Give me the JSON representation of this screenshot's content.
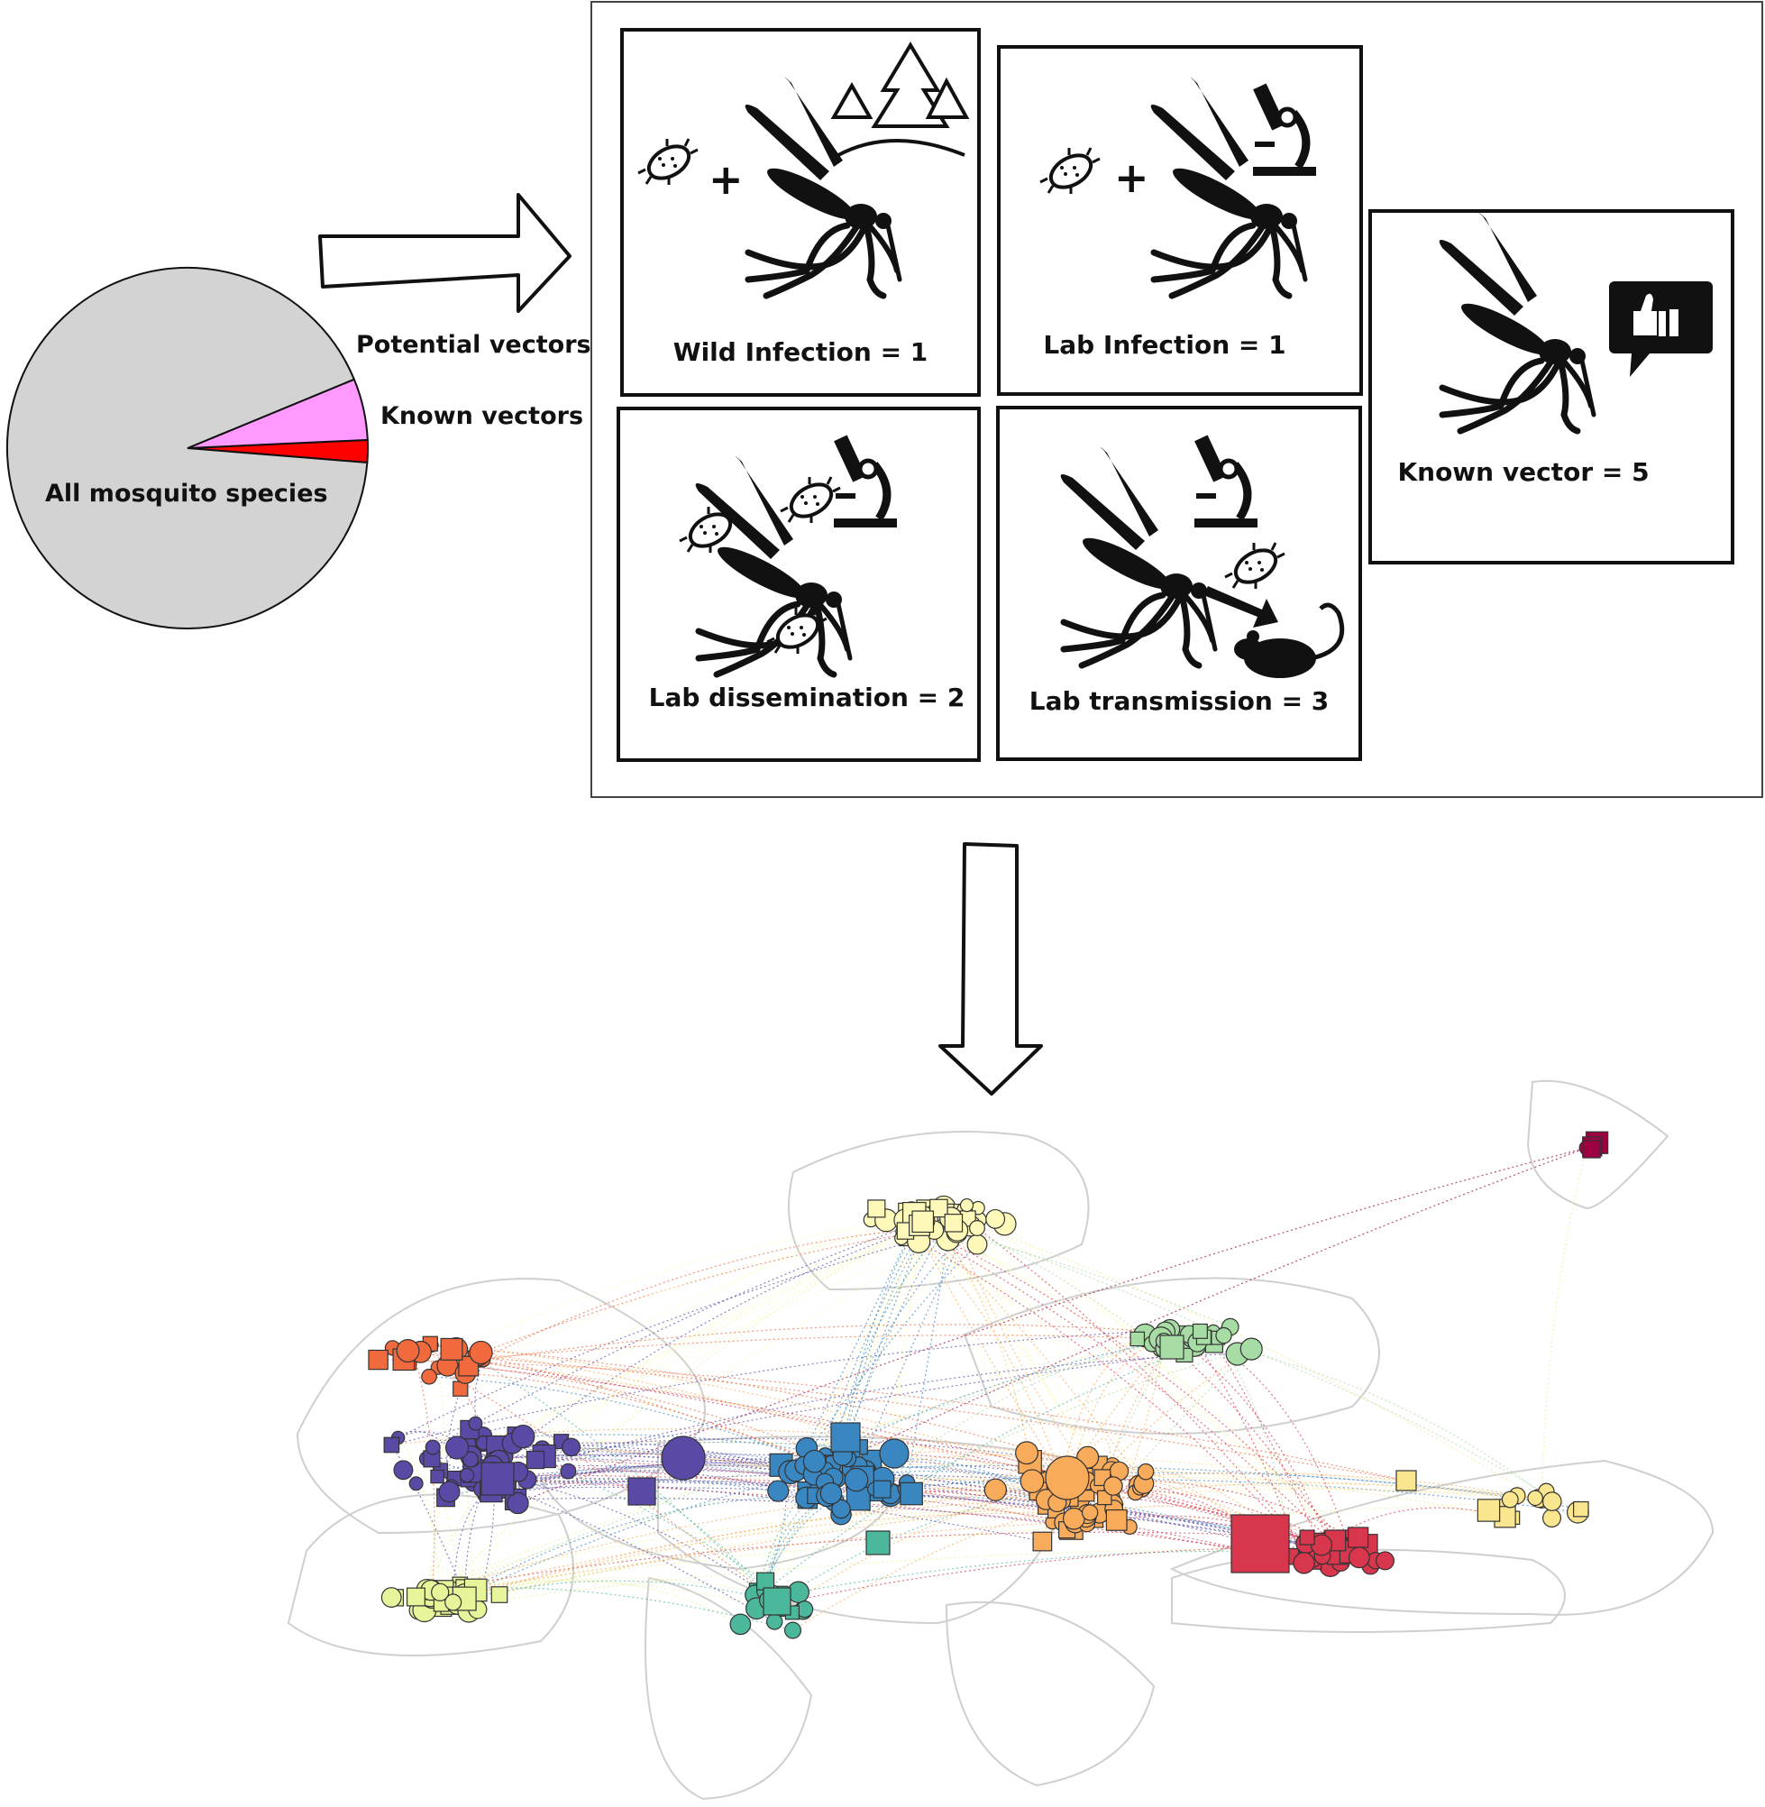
{
  "pie": {
    "segments": [
      {
        "label": "All mosquito species",
        "percent": 92.5,
        "color": "#d3d3d3"
      },
      {
        "label": "Potential vectors",
        "percent": 5.5,
        "color": "#ff99ff"
      },
      {
        "label": "Known vectors",
        "percent": 2.0,
        "color": "#ff0000"
      }
    ]
  },
  "panels": [
    {
      "label": "Wild Infection = 1",
      "icon": "wild-infection-icon"
    },
    {
      "label": "Lab Infection = 1",
      "icon": "lab-infection-icon"
    },
    {
      "label": "Lab dissemination = 2",
      "icon": "lab-dissemination-icon"
    },
    {
      "label": "Lab transmission = 3",
      "icon": "lab-transmission-icon"
    },
    {
      "label": "Known vector = 5",
      "icon": "known-vector-icon"
    }
  ],
  "network": {
    "clusters": [
      {
        "name": "pale-yellow",
        "color": "#fef9b8"
      },
      {
        "name": "orange-red",
        "color": "#f06a3e"
      },
      {
        "name": "purple",
        "color": "#5b4aa5"
      },
      {
        "name": "blue",
        "color": "#3a86c0"
      },
      {
        "name": "green",
        "color": "#a8dca5"
      },
      {
        "name": "orange",
        "color": "#f8ab5b"
      },
      {
        "name": "crimson",
        "color": "#d7364c"
      },
      {
        "name": "yellow-green",
        "color": "#e8f49a"
      },
      {
        "name": "teal",
        "color": "#4cb89b"
      },
      {
        "name": "yellow",
        "color": "#fbe690"
      },
      {
        "name": "maroon",
        "color": "#9e0142"
      }
    ]
  }
}
